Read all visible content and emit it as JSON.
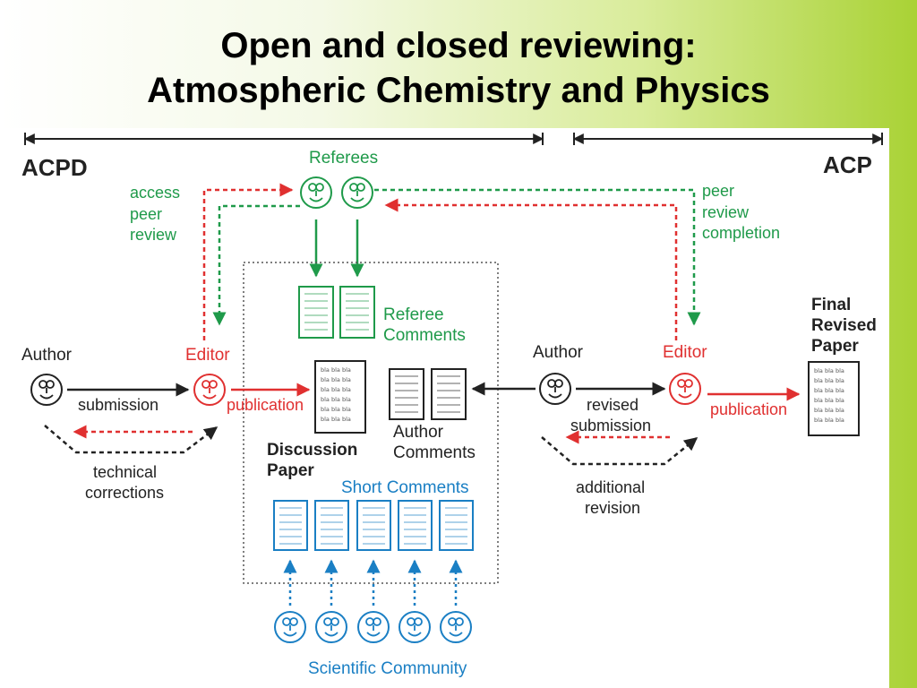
{
  "title": {
    "line1": "Open and closed reviewing:",
    "line2": "Atmospheric Chemistry and Physics"
  },
  "sections": {
    "left": "ACPD",
    "right": "ACP"
  },
  "actors": {
    "referees": "Referees",
    "author_left": "Author",
    "editor_left": "Editor",
    "author_right": "Author",
    "editor_right": "Editor",
    "scientific_community": "Scientific Community"
  },
  "flows": {
    "access": "access",
    "peer": "peer",
    "review": "review",
    "peer_r": "peer",
    "review_r": "review",
    "completion": "completion",
    "submission": "submission",
    "publication_left": "publication",
    "technical": "technical",
    "corrections": "corrections",
    "revised": "revised",
    "revised_submission": "submission",
    "publication_right": "publication",
    "additional": "additional",
    "revision": "revision"
  },
  "documents": {
    "referee": "Referee",
    "comments": "Comments",
    "discussion": "Discussion",
    "paper": "Paper",
    "author": "Author",
    "author_comments": "Comments",
    "short_comments": "Short Comments",
    "final": "Final",
    "revised": "Revised",
    "final_paper": "Paper",
    "doc_text": "bla bla bla"
  },
  "colors": {
    "green": "#1f9a4a",
    "red": "#e03030",
    "blue": "#1a7fc4",
    "black": "#222222"
  }
}
